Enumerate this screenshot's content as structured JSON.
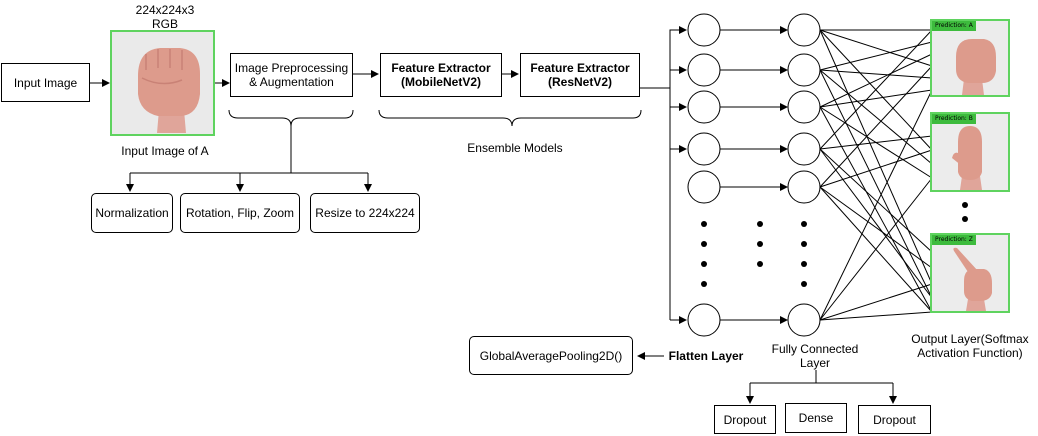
{
  "input_image": "Input Image",
  "image_size": "224x224x3",
  "image_mode": "RGB",
  "input_caption": "Input Image of A",
  "preprocess": "Image Preprocessing & Augmentation",
  "feature_mobilenet": "Feature Extractor (MobileNetV2)",
  "feature_resnet": "Feature Extractor (ResNetV2)",
  "ensemble": "Ensemble Models",
  "normalization": "Normalization",
  "rotation": "Rotation, Flip, Zoom",
  "resize": "Resize to 224x224",
  "gap": "GlobalAveragePooling2D()",
  "flatten": "Flatten Layer",
  "fully_connected": "Fully Connected Layer",
  "output_layer": "Output Layer(Softmax Activation Function)",
  "dropout_1": "Dropout",
  "dense": "Dense",
  "dropout_2": "Dropout",
  "prediction_a": "Prediction: A",
  "prediction_b": "Prediction: B",
  "prediction_z": "Prediction: Z",
  "colors": {
    "photo_border": "#5fd35f",
    "tag": "#3dbb3d"
  }
}
